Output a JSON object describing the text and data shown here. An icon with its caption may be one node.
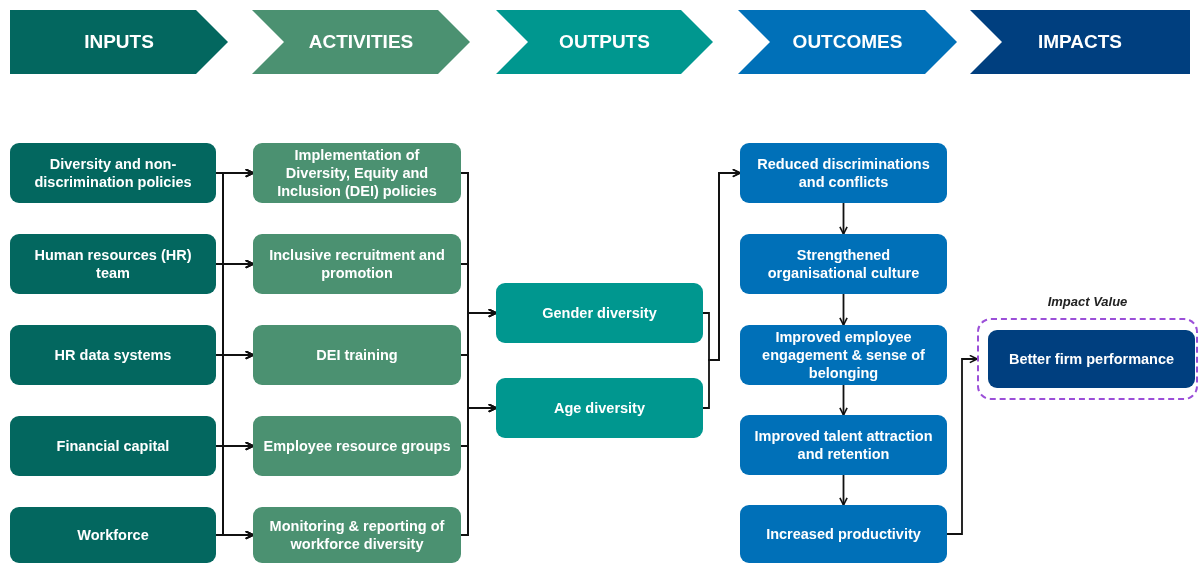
{
  "diagram": {
    "nodes": [
      {
        "text": [
          "INPUTS"
        ]
      },
      {
        "text": [
          "ACTIVITIES"
        ]
      },
      {
        "text": [
          "OUTPUTS"
        ]
      },
      {
        "text": [
          "OUTCOMES"
        ]
      },
      {
        "text": [
          "IMPACTS"
        ]
      },
      {
        "text": [
          "Diversity and non-discrimination policies"
        ]
      },
      {
        "text": [
          "Human resources (HR) team"
        ]
      },
      {
        "text": [
          "HR data systems"
        ]
      },
      {
        "text": [
          "Financial capital"
        ]
      },
      {
        "text": [
          "Workforce"
        ]
      },
      {
        "text": [
          "Implementation of Diversity, Equity and Inclusion (DEI) policies"
        ]
      },
      {
        "text": [
          "Inclusive recruitment and promotion"
        ]
      },
      {
        "text": [
          "DEI training"
        ]
      },
      {
        "text": [
          "Employee resource groups"
        ]
      },
      {
        "text": [
          "Monitoring & reporting of workforce diversity"
        ]
      },
      {
        "text": [
          "Gender diversity"
        ]
      },
      {
        "text": [
          "Age diversity"
        ]
      },
      {
        "text": [
          "Reduced discriminations and conflicts"
        ]
      },
      {
        "text": [
          "Strengthened organisational culture"
        ]
      },
      {
        "text": [
          "Improved employee engagement & sense of belonging"
        ]
      },
      {
        "text": [
          "Improved talent attraction and retention"
        ]
      },
      {
        "text": [
          "Increased productivity"
        ]
      },
      {
        "text": [
          "Impact Value"
        ]
      },
      {
        "text": [
          "Better firm performance"
        ],
        "in": 22
      }
    ],
    "edges": [
      {
        "from": 5,
        "to": 10,
        "arrow": "to"
      },
      {
        "from": 5,
        "to": 11,
        "arrow": "to"
      },
      {
        "from": 5,
        "to": 12,
        "arrow": "to"
      },
      {
        "from": 5,
        "to": 13,
        "arrow": "to"
      },
      {
        "from": 5,
        "to": 14,
        "arrow": "to"
      },
      {
        "from": 6,
        "to": 10,
        "arrow": "to"
      },
      {
        "from": 6,
        "to": 11,
        "arrow": "to"
      },
      {
        "from": 6,
        "to": 12,
        "arrow": "to"
      },
      {
        "from": 6,
        "to": 13,
        "arrow": "to"
      },
      {
        "from": 6,
        "to": 14,
        "arrow": "to"
      },
      {
        "from": 7,
        "to": 10,
        "arrow": "to"
      },
      {
        "from": 7,
        "to": 11,
        "arrow": "to"
      },
      {
        "from": 7,
        "to": 12,
        "arrow": "to"
      },
      {
        "from": 7,
        "to": 13,
        "arrow": "to"
      },
      {
        "from": 7,
        "to": 14,
        "arrow": "to"
      },
      {
        "from": 8,
        "to": 10,
        "arrow": "to"
      },
      {
        "from": 8,
        "to": 11,
        "arrow": "to"
      },
      {
        "from": 8,
        "to": 12,
        "arrow": "to"
      },
      {
        "from": 8,
        "to": 13,
        "arrow": "to"
      },
      {
        "from": 8,
        "to": 14,
        "arrow": "to"
      },
      {
        "from": 9,
        "to": 10,
        "arrow": "to"
      },
      {
        "from": 9,
        "to": 11,
        "arrow": "to"
      },
      {
        "from": 9,
        "to": 12,
        "arrow": "to"
      },
      {
        "from": 9,
        "to": 13,
        "arrow": "to"
      },
      {
        "from": 9,
        "to": 14,
        "arrow": "to"
      },
      {
        "from": 10,
        "to": 15,
        "arrow": "to"
      },
      {
        "from": 10,
        "to": 16,
        "arrow": "to"
      },
      {
        "from": 11,
        "to": 15,
        "arrow": "to"
      },
      {
        "from": 11,
        "to": 16,
        "arrow": "to"
      },
      {
        "from": 12,
        "to": 15,
        "arrow": "to"
      },
      {
        "from": 12,
        "to": 16,
        "arrow": "to"
      },
      {
        "from": 13,
        "to": 15,
        "arrow": "to"
      },
      {
        "from": 13,
        "to": 16,
        "arrow": "to"
      },
      {
        "from": 14,
        "to": 15,
        "arrow": "to"
      },
      {
        "from": 14,
        "to": 16,
        "arrow": "to"
      },
      {
        "from": 15,
        "to": 17,
        "arrow": "to"
      },
      {
        "from": 16,
        "to": 17,
        "arrow": "to"
      },
      {
        "from": 17,
        "to": 18,
        "arrow": "to"
      },
      {
        "from": 18,
        "to": 19,
        "arrow": "to"
      },
      {
        "from": 19,
        "to": 20,
        "arrow": "to"
      },
      {
        "from": 20,
        "to": 21,
        "arrow": "to"
      },
      {
        "from": 21,
        "to": 22,
        "arrow": "to"
      }
    ]
  }
}
